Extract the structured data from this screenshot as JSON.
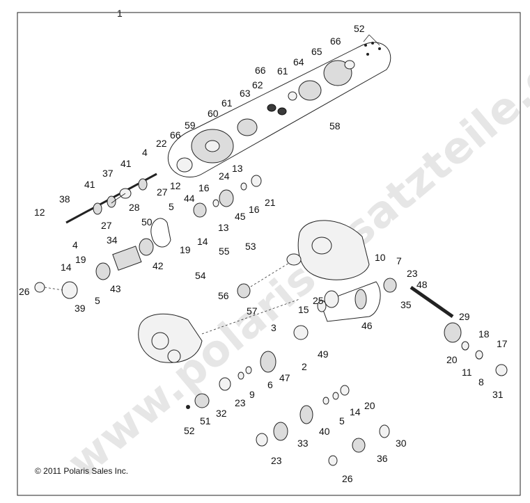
{
  "title_number": "1",
  "copyright": "© 2011 Polaris Sales Inc.",
  "watermark": "www.polarisersatzteile.de",
  "colors": {
    "ink": "#111111",
    "watermark": "#c9c9c9",
    "frame": "#222222"
  },
  "callouts": {
    "c52": "52",
    "c66a": "66",
    "c65": "65",
    "c66b": "66",
    "c61a": "61",
    "c64": "64",
    "c62": "62",
    "c63": "63",
    "c61b": "61",
    "c60": "60",
    "c59": "59",
    "c66c": "66",
    "c22": "22",
    "c58": "58",
    "c4a": "4",
    "c41a": "41",
    "c37": "37",
    "c27a": "27",
    "c12a": "12",
    "c24": "24",
    "c13a": "13",
    "c21": "21",
    "c41b": "41",
    "c28": "28",
    "c16a": "16",
    "c16b": "16",
    "c44": "44",
    "c38": "38",
    "c27b": "27",
    "c45": "45",
    "c13b": "13",
    "c12b": "12",
    "c4b": "4",
    "c5a": "5",
    "c50": "50",
    "c19a": "19",
    "c14a": "14",
    "c34": "34",
    "c42": "42",
    "c55": "55",
    "c53": "53",
    "c54": "54",
    "c14b": "14",
    "c19b": "19",
    "c43": "43",
    "c5b": "5",
    "c26a": "26",
    "c39": "39",
    "c56": "56",
    "c57": "57",
    "c10": "10",
    "c7": "7",
    "c23a": "23",
    "c48": "48",
    "c25": "25",
    "c15": "15",
    "c46": "46",
    "c35": "35",
    "c29": "29",
    "c3": "3",
    "c49": "49",
    "c2": "2",
    "c18": "18",
    "c17": "17",
    "c20a": "20",
    "c11": "11",
    "c8": "8",
    "c31": "31",
    "c47": "47",
    "c6": "6",
    "c9": "9",
    "c23b": "23",
    "c32": "32",
    "c51": "51",
    "c52b": "52",
    "c20b": "20",
    "c14c": "14",
    "c5c": "5",
    "c40": "40",
    "c33": "33",
    "c30": "30",
    "c36": "36",
    "c23c": "23",
    "c26b": "26"
  }
}
